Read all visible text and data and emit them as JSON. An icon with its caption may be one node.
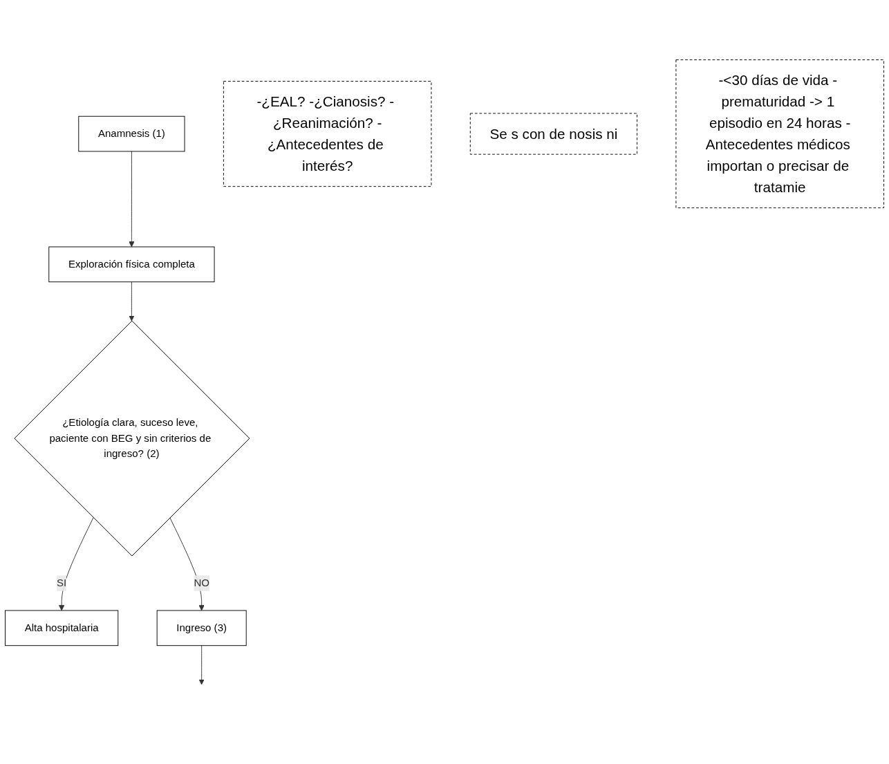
{
  "diagram": {
    "nodes": [
      {
        "text": [
          "Anamnesis (1)"
        ]
      },
      {
        "text": [
          "Exploración física completa"
        ]
      },
      {
        "text": [
          "¿Etiología clara, suceso leve, paciente con BEG y sin criterios de ingreso? (2)"
        ]
      },
      {
        "text": [
          "Alta hospitalaria"
        ]
      },
      {
        "text": [
          "Ingreso (3)"
        ]
      },
      {
        "text": [
          "-¿EAL? -¿Cianosis? - ¿Reanimación? -¿Antecedentes de interés?"
        ]
      },
      {
        "text": [
          "Se s con de nosis ni"
        ]
      },
      {
        "text": [
          "-<30 días de vida - prematuridad -> 1 episodio en 24 horas -Antecedentes médicos importan o precisar de tratamie"
        ]
      }
    ],
    "edges": [
      {
        "from": 0,
        "to": 1,
        "arrow": "to"
      },
      {
        "from": 1,
        "to": 2,
        "arrow": "to"
      },
      {
        "from": 2,
        "to": 3,
        "arrow": "to",
        "label": "SI"
      },
      {
        "from": 2,
        "to": 4,
        "arrow": "to",
        "label": "NO"
      },
      {
        "from": 4,
        "to": null,
        "arrow": "to"
      }
    ]
  }
}
